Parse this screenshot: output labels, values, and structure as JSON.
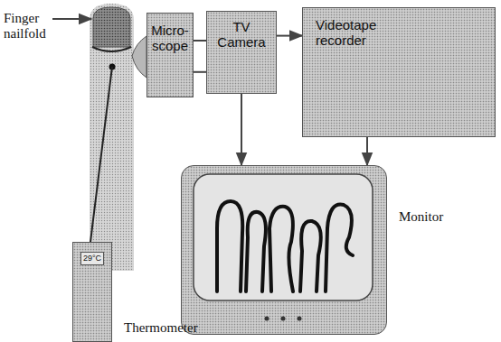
{
  "diagram": {
    "nodes": [
      {
        "text": [
          "Micro- scope"
        ]
      },
      {
        "text": [
          "TV Camera"
        ]
      },
      {
        "text": [
          "Videotape recorder"
        ]
      },
      {
        "text": [
          "Monitor"
        ]
      },
      {
        "text": [
          "29°C",
          "Thermometer"
        ]
      }
    ],
    "edges": [
      {
        "from": 0,
        "to": 1,
        "arrow": "none"
      },
      {
        "from": 1,
        "to": 2,
        "arrow": "to"
      },
      {
        "from": 1,
        "to": 3,
        "arrow": "to"
      },
      {
        "from": 2,
        "to": 3,
        "arrow": "to"
      }
    ],
    "labels": [
      "Finger nailfold"
    ]
  }
}
